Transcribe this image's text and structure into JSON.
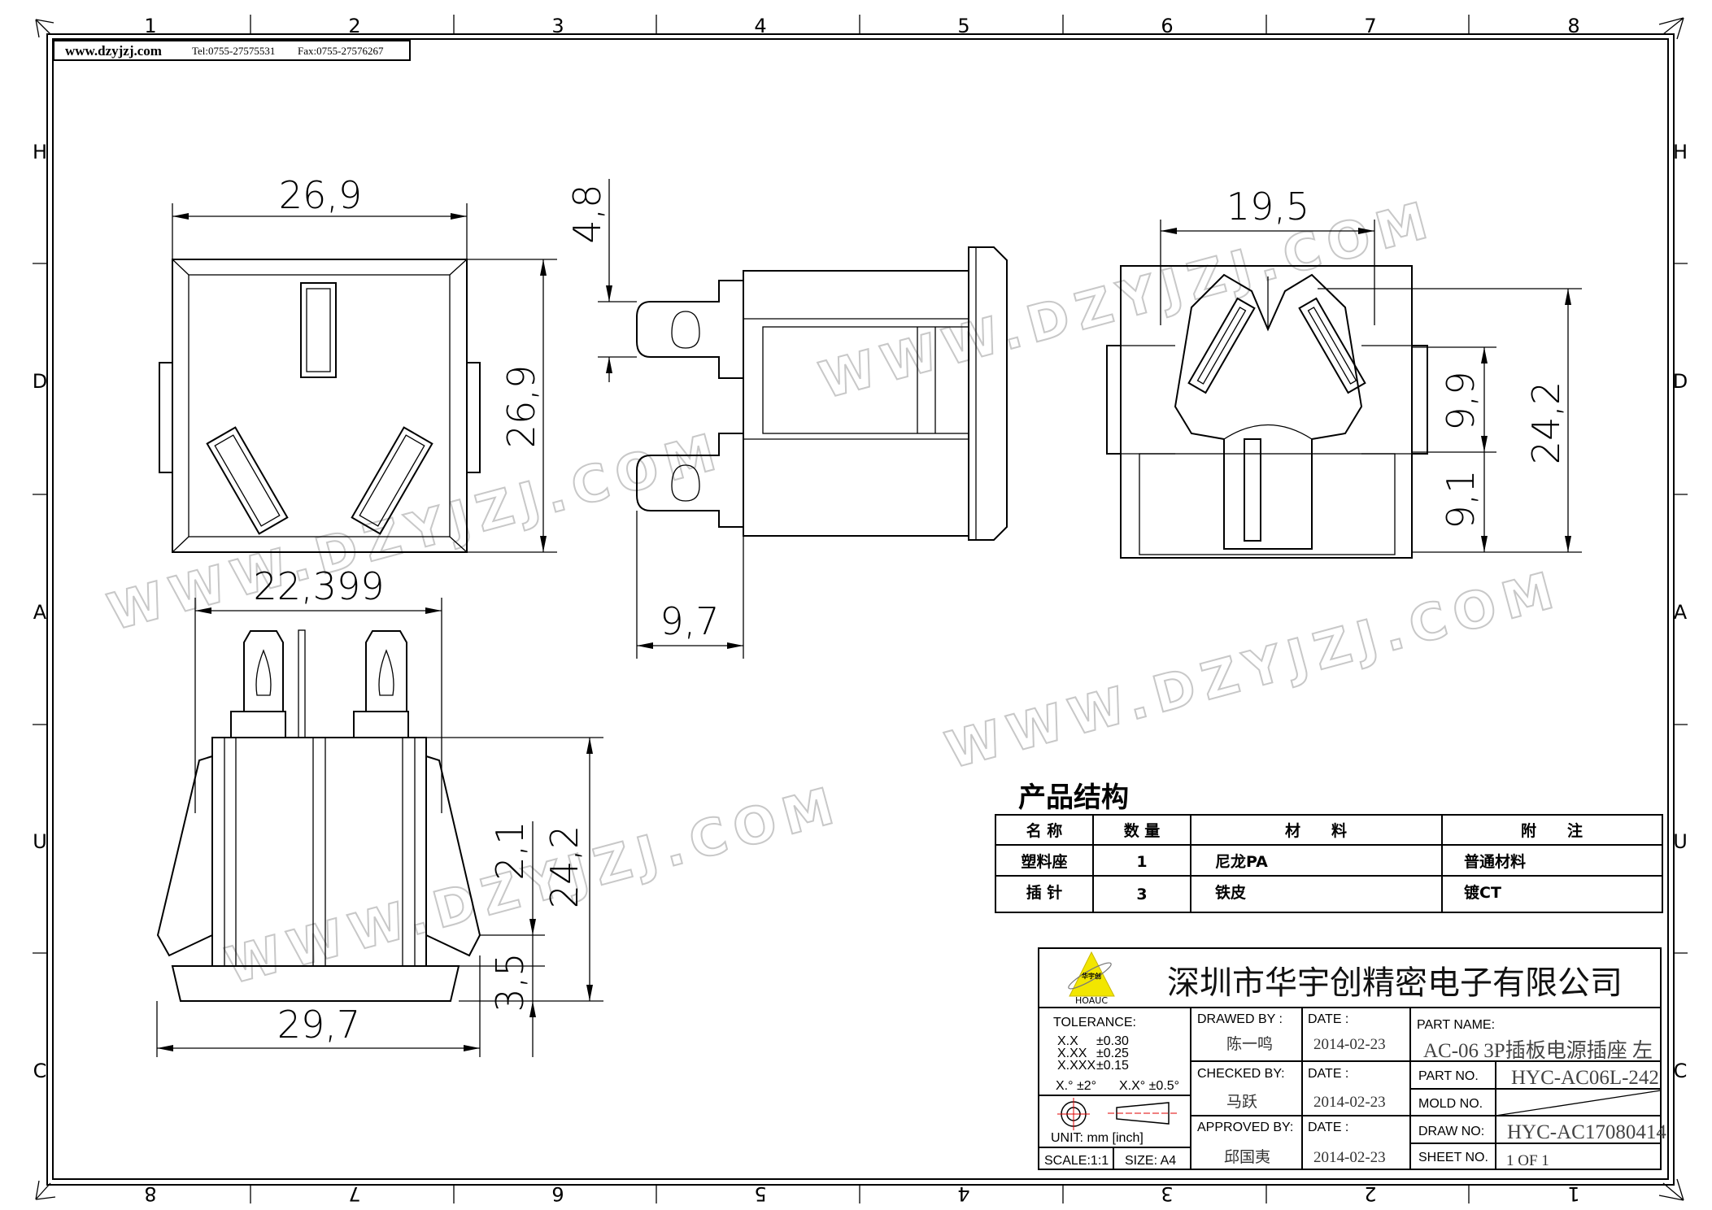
{
  "header": {
    "website": "www.dzyjzj.com",
    "tel": "Tel:0755-27575531",
    "fax": "Fax:0755-27576267"
  },
  "grid": {
    "top_numbers": [
      "1",
      "2",
      "3",
      "4",
      "5",
      "6",
      "7",
      "8"
    ],
    "bottom_numbers": [
      "8",
      "7",
      "6",
      "5",
      "4",
      "3",
      "2",
      "1"
    ],
    "side_letters": [
      "H",
      "D",
      "A",
      "U",
      "C"
    ]
  },
  "watermark": "WWW.DZYJZJ.COM",
  "dimensions": {
    "front_width": "26,9",
    "front_height": "26,9",
    "side_pin_width": "4,8",
    "side_pin_length": "9,7",
    "rear_width": "19,5",
    "rear_upper": "9,9",
    "rear_lower": "9,1",
    "rear_height": "24,2",
    "bottom_pin_span": "22,399",
    "bottom_step": "2,1",
    "bottom_height": "24,2",
    "bottom_flange": "3,5",
    "bottom_width": "29,7"
  },
  "bom": {
    "title": "产品结构",
    "headers": [
      "名 称",
      "数 量",
      "材　　料",
      "附　　注"
    ],
    "rows": [
      [
        "塑料座",
        "1",
        "尼龙PA",
        "普通材料"
      ],
      [
        "插 针",
        "3",
        "铁皮",
        "镀CT"
      ]
    ]
  },
  "title_block": {
    "logo_text": "华宇创",
    "logo_brand": "HOAUC",
    "company": "深圳市华宇创精密电子有限公司",
    "tolerance_label": "TOLERANCE:",
    "tolerances": [
      [
        "X.X",
        "±0.30"
      ],
      [
        "X.XX",
        "±0.25"
      ],
      [
        "X.XXX",
        "±0.15"
      ]
    ],
    "angle_tol_1": "X.° ±2°",
    "angle_tol_2": "X.X° ±0.5°",
    "unit": "UNIT:  mm  [inch]",
    "scale": "SCALE:1:1",
    "size": "SIZE:  A4",
    "drawed_by_label": "DRAWED  BY :",
    "drawed_by": "陈一鸣",
    "checked_by_label": "CHECKED  BY:",
    "checked_by": "马跃",
    "approved_by_label": "APPROVED  BY:",
    "approved_by": "邱国夷",
    "date_label": "DATE  :",
    "date_drawed": "2014-02-23",
    "date_checked": "2014-02-23",
    "date_approved": "2014-02-23",
    "part_name_label": "PART  NAME:",
    "part_name": "AC-06  3P插板电源插座  左",
    "part_no_label": "PART  NO.",
    "part_no": "HYC-AC06L-242",
    "mold_no_label": "MOLD  NO.",
    "draw_no_label": "DRAW  NO:",
    "draw_no": "HYC-AC17080414",
    "sheet_no_label": "SHEET  NO.",
    "sheet_no": "1  OF  1"
  },
  "colors": {
    "logo_yellow": "#f2e600",
    "center_mark_red": "#e00000",
    "watermark": "#c8c8c8"
  }
}
